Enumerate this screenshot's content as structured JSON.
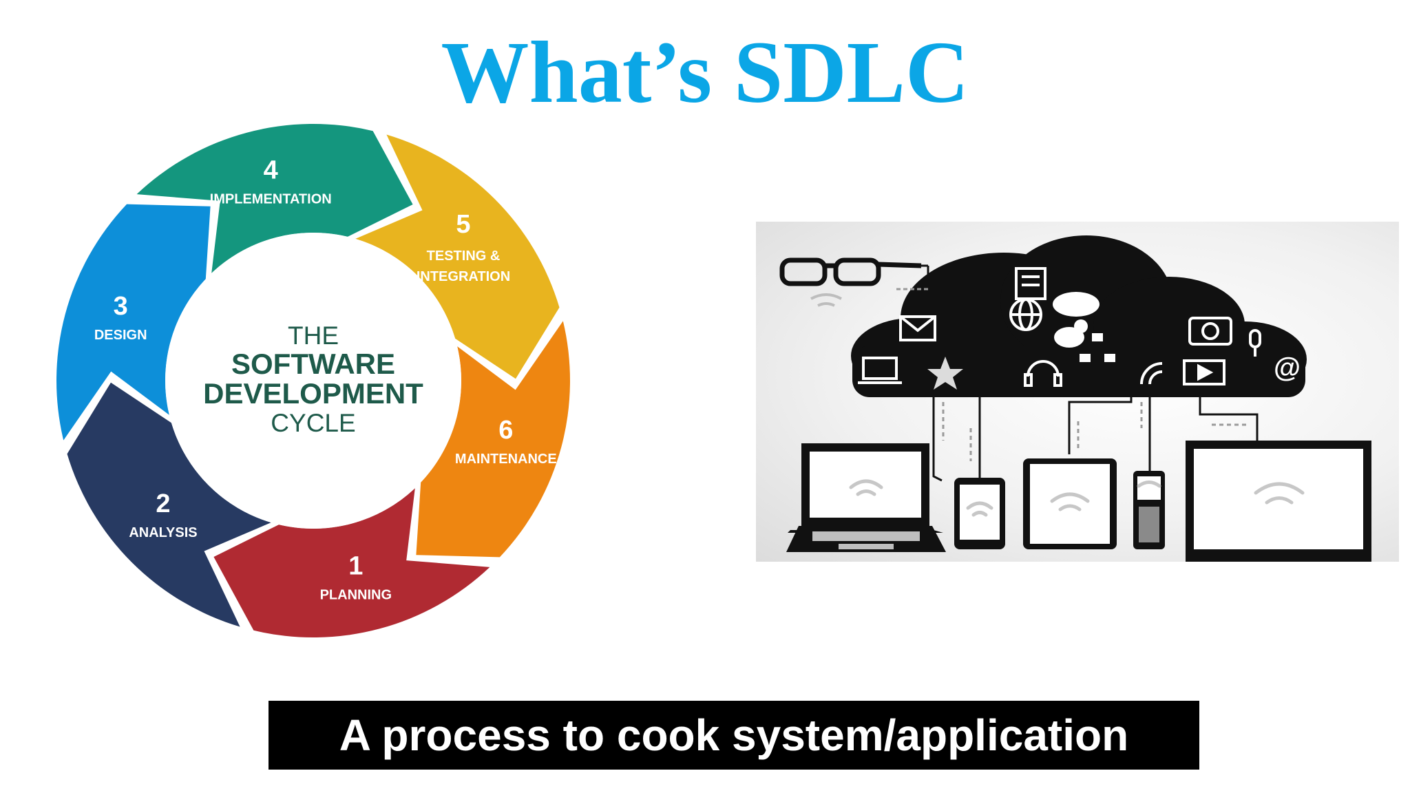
{
  "slide": {
    "title": "What’s SDLC",
    "caption": "A process to cook system/application"
  },
  "cycle": {
    "center": {
      "line1": "THE",
      "line2": "SOFTWARE",
      "line3": "DEVELOPMENT",
      "line4": "CYCLE"
    },
    "phases": [
      {
        "number": "1",
        "label_1": "PLANNING",
        "label_2": "",
        "color": "#b02a32"
      },
      {
        "number": "2",
        "label_1": "ANALYSIS",
        "label_2": "",
        "color": "#273a62"
      },
      {
        "number": "3",
        "label_1": "DESIGN",
        "label_2": "",
        "color": "#0d8fd9"
      },
      {
        "number": "4",
        "label_1": "IMPLEMENTATION",
        "label_2": "",
        "color": "#14967e"
      },
      {
        "number": "5",
        "label_1": "TESTING &",
        "label_2": "INTEGRATION",
        "color": "#e8b41f"
      },
      {
        "number": "6",
        "label_1": "MAINTENANCE",
        "label_2": "",
        "color": "#ee8611"
      }
    ]
  },
  "cloud_illustration": {
    "icons": [
      "smart-glasses-icon",
      "cloud-icon",
      "email-icon",
      "globe-icon",
      "bird-icon",
      "camera-icon",
      "microphone-icon",
      "at-sign-icon",
      "laptop-icon",
      "smartphone-icon",
      "tablet-icon",
      "feature-phone-icon",
      "monitor-icon",
      "wifi-icon"
    ]
  }
}
